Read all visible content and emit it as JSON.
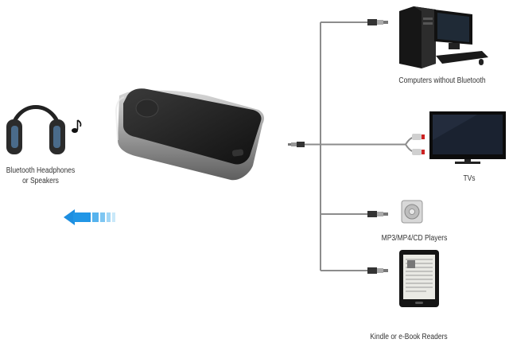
{
  "labels": {
    "headphones": [
      "Bluetooth Headphones",
      "or Speakers"
    ],
    "computers": "Computers without Bluetooth",
    "tvs": "TVs",
    "mp3": "MP3/MP4/CD Players",
    "kindle": "Kindle or e-Book Readers"
  },
  "icons": {
    "headphones": "headphones-icon",
    "music_note": "music-note-icon",
    "arrow": "signal-arrow-icon",
    "transmitter": "bluetooth-transmitter-device",
    "computer": "desktop-computer-icon",
    "tv": "tv-icon",
    "mp3": "mp3-player-icon",
    "kindle": "ebook-reader-icon"
  },
  "colors": {
    "arrow": "#2aa4e8",
    "cable": "#8c8c8c",
    "device_dark": "#1e1e1e"
  }
}
